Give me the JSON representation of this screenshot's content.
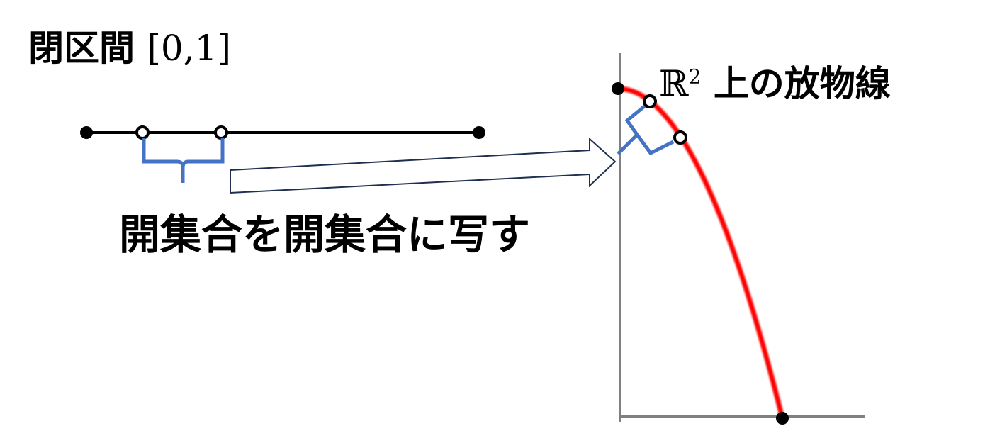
{
  "title": {
    "text": "閉区間",
    "math": "[0,1]"
  },
  "curve_label": {
    "math": "ℝ",
    "sup": "2",
    "text": "上の放物線"
  },
  "caption": "開集合を開集合に写す",
  "colors": {
    "curve": "#ff0000",
    "brace": "#4472c4",
    "line": "#000000",
    "arrow_outline": "#1f2f4f",
    "axis": "#808080"
  }
}
